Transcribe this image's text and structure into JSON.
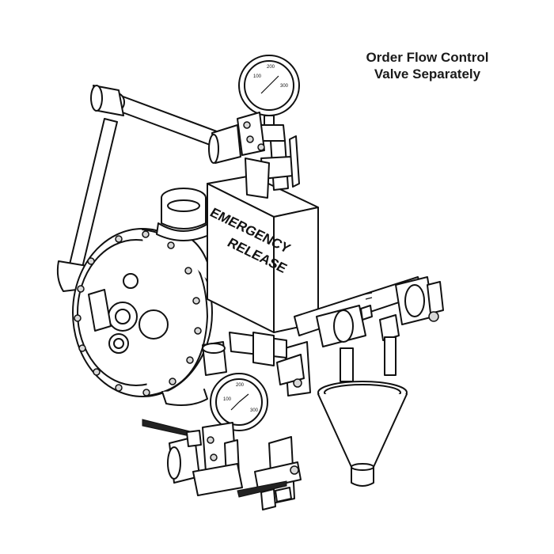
{
  "note": {
    "line1": "Order Flow Control",
    "line2": "Valve Separately"
  },
  "release_box": {
    "line1": "EMERGENCY",
    "line2": "RELEASE"
  },
  "gauges": {
    "top": {
      "marks": [
        "100",
        "200",
        "300"
      ]
    },
    "bottom": {
      "marks": [
        "100",
        "200",
        "300"
      ]
    }
  }
}
